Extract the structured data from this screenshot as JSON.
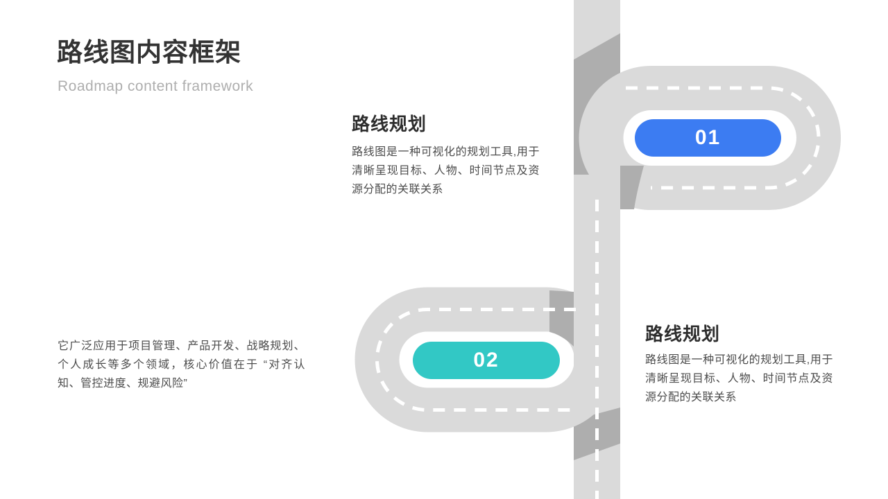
{
  "slide": {
    "title": "路线图内容框架",
    "subtitle": "Roadmap content framework",
    "note": "它广泛应用于项目管理、产品开发、战略规划、个人成长等多个领域，核心价值在于 “对齐认知、管控进度、规避风险”",
    "sections": [
      {
        "number": "01",
        "heading": "路线规划",
        "body": "路线图是一种可视化的规划工具,用于清晰呈现目标、人物、时间节点及资源分配的关联关系",
        "badge_color": "#3c7cf2"
      },
      {
        "number": "02",
        "heading": "路线规划",
        "body": "路线图是一种可视化的规划工具,用于清晰呈现目标、人物、时间节点及资源分配的关联关系",
        "badge_color": "#32c8c5"
      }
    ],
    "colors": {
      "road": "#dadada",
      "road_shadow": "#aeaeae",
      "lane_dash": "#ffffff",
      "title_text": "#333333",
      "subtitle_text": "#aeaeae",
      "body_text": "#4c4c4c"
    }
  }
}
